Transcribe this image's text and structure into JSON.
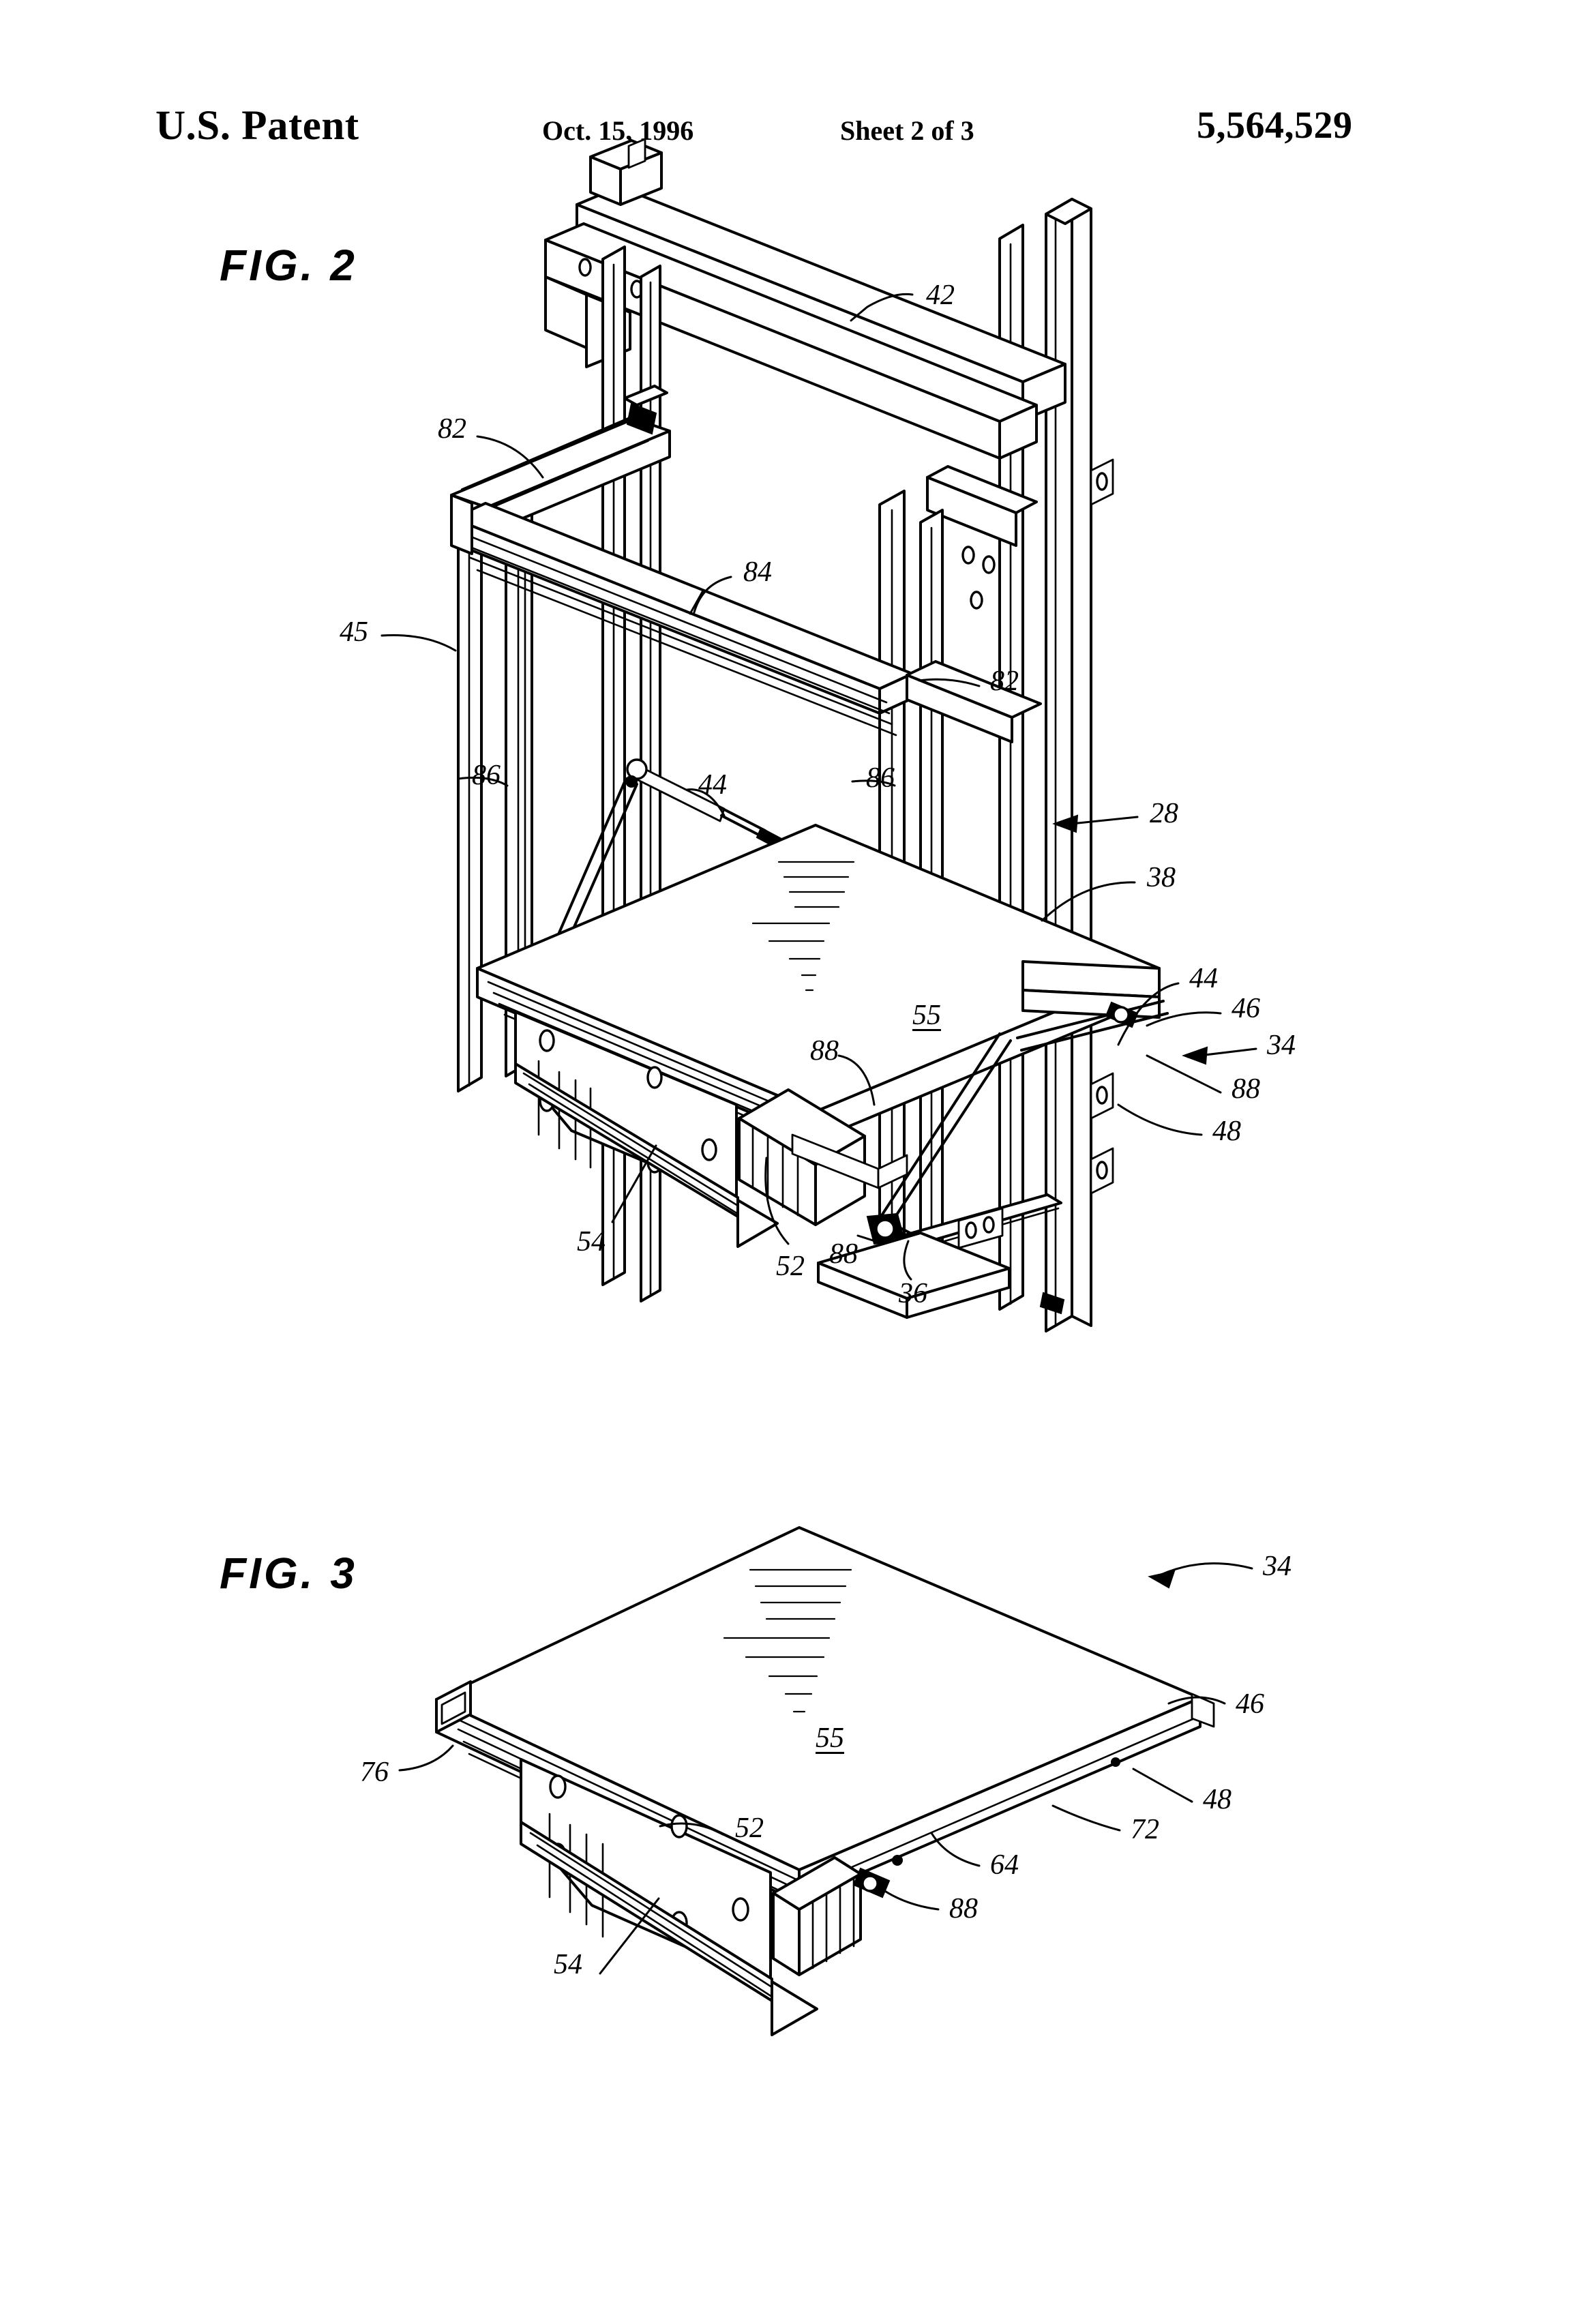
{
  "header": {
    "office": "U.S. Patent",
    "date": "Oct. 15, 1996",
    "sheet": "Sheet 2 of 3",
    "patent_number": "5,564,529"
  },
  "figures": [
    {
      "id": "fig2",
      "label": "FIG. 2",
      "callouts": [
        {
          "id": "fig2-ref-42",
          "text": "42"
        },
        {
          "id": "fig2-ref-82a",
          "text": "82"
        },
        {
          "id": "fig2-ref-84",
          "text": "84"
        },
        {
          "id": "fig2-ref-82b",
          "text": "82"
        },
        {
          "id": "fig2-ref-45",
          "text": "45"
        },
        {
          "id": "fig2-ref-86a",
          "text": "86"
        },
        {
          "id": "fig2-ref-86b",
          "text": "86"
        },
        {
          "id": "fig2-ref-28",
          "text": "28"
        },
        {
          "id": "fig2-ref-44a",
          "text": "44"
        },
        {
          "id": "fig2-ref-38",
          "text": "38"
        },
        {
          "id": "fig2-ref-55",
          "text": "55"
        },
        {
          "id": "fig2-ref-44b",
          "text": "44"
        },
        {
          "id": "fig2-ref-46",
          "text": "46"
        },
        {
          "id": "fig2-ref-34",
          "text": "34"
        },
        {
          "id": "fig2-ref-88a",
          "text": "88"
        },
        {
          "id": "fig2-ref-48",
          "text": "48"
        },
        {
          "id": "fig2-ref-88b",
          "text": "88"
        },
        {
          "id": "fig2-ref-54",
          "text": "54"
        },
        {
          "id": "fig2-ref-52",
          "text": "52"
        },
        {
          "id": "fig2-ref-88c",
          "text": "88"
        },
        {
          "id": "fig2-ref-36",
          "text": "36"
        }
      ]
    },
    {
      "id": "fig3",
      "label": "FIG. 3",
      "callouts": [
        {
          "id": "fig3-ref-34",
          "text": "34"
        },
        {
          "id": "fig3-ref-55",
          "text": "55"
        },
        {
          "id": "fig3-ref-46",
          "text": "46"
        },
        {
          "id": "fig3-ref-76",
          "text": "76"
        },
        {
          "id": "fig3-ref-52",
          "text": "52"
        },
        {
          "id": "fig3-ref-48",
          "text": "48"
        },
        {
          "id": "fig3-ref-72",
          "text": "72"
        },
        {
          "id": "fig3-ref-64",
          "text": "64"
        },
        {
          "id": "fig3-ref-88",
          "text": "88"
        },
        {
          "id": "fig3-ref-54",
          "text": "54"
        }
      ]
    }
  ]
}
